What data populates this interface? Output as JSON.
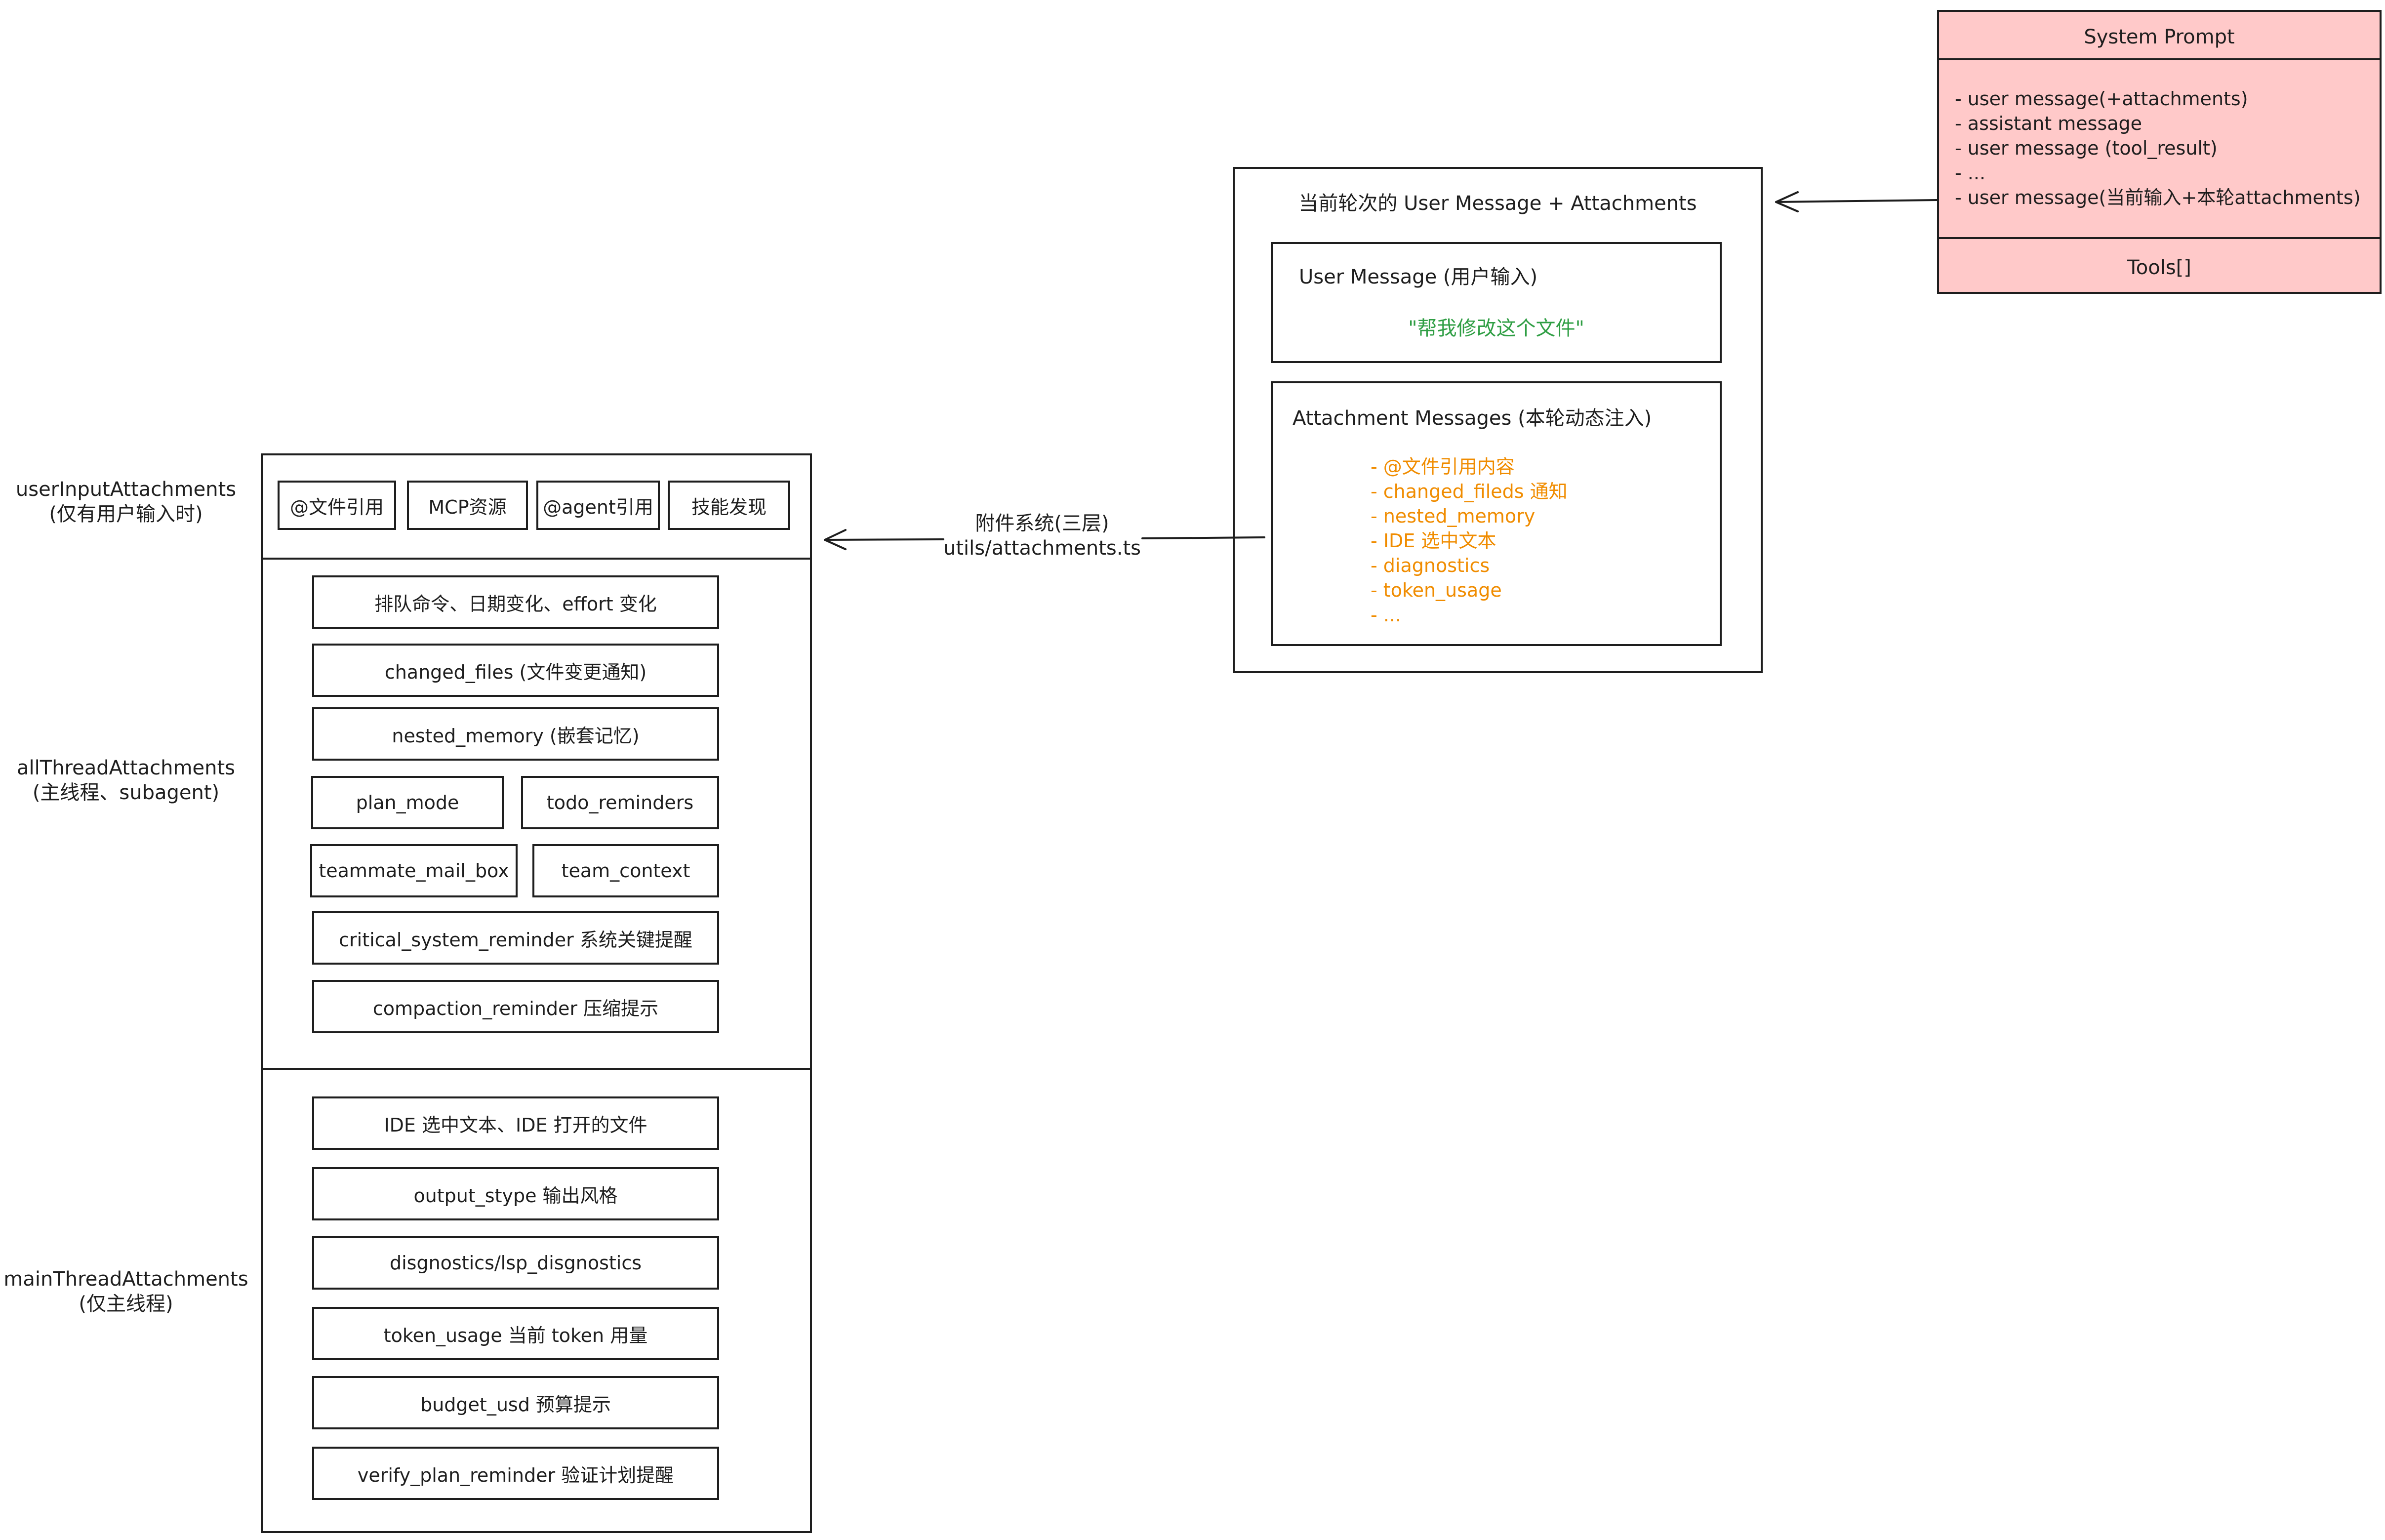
{
  "colors": {
    "stroke": "#1e1e1e",
    "system_prompt_fill": "#ffc9c9",
    "user_quote": "#2f9e44",
    "attachment_items": "#f08c00"
  },
  "system_prompt": {
    "title": "System Prompt",
    "messages": [
      "- user message(+attachments)",
      "- assistant message",
      "- user message (tool_result)",
      "- ...",
      "- user message(当前输入+本轮attachments)"
    ],
    "tools": "Tools[]"
  },
  "current_turn": {
    "title": "当前轮次的 User Message + Attachments",
    "user_message": {
      "title": "User Message (用户输入)",
      "quote": "\"帮我修改这个文件\""
    },
    "attachment_messages": {
      "title": "Attachment Messages (本轮动态注入)",
      "items": [
        "- @文件引用内容",
        "- changed_fileds 通知",
        "- nested_memory",
        "- IDE 选中文本",
        "- diagnostics",
        "- token_usage",
        "- ..."
      ]
    }
  },
  "attachment_system": {
    "line1": "附件系统(三层)",
    "line2": "utils/attachments.ts"
  },
  "user_input": {
    "label_line1": "userInputAttachments",
    "label_line2": "(仅有用户输入时)",
    "items": [
      "@文件引用",
      "MCP资源",
      "@agent引用",
      "技能发现"
    ]
  },
  "all_thread": {
    "label_line1": "allThreadAttachments",
    "label_line2": "(主线程、subagent)",
    "items": [
      "排队命令、日期变化、effort 变化",
      "changed_files (文件变更通知)",
      "nested_memory (嵌套记忆)",
      "plan_mode",
      "todo_reminders",
      "teammate_mail_box",
      "team_context",
      "critical_system_reminder 系统关键提醒",
      "compaction_reminder 压缩提示"
    ]
  },
  "main_thread": {
    "label_line1": "mainThreadAttachments",
    "label_line2": "(仅主线程)",
    "items": [
      "IDE 选中文本、IDE 打开的文件",
      "output_stype 输出风格",
      "disgnostics/lsp_disgnostics",
      "token_usage 当前 token 用量",
      "budget_usd 预算提示",
      "verify_plan_reminder 验证计划提醒"
    ]
  }
}
